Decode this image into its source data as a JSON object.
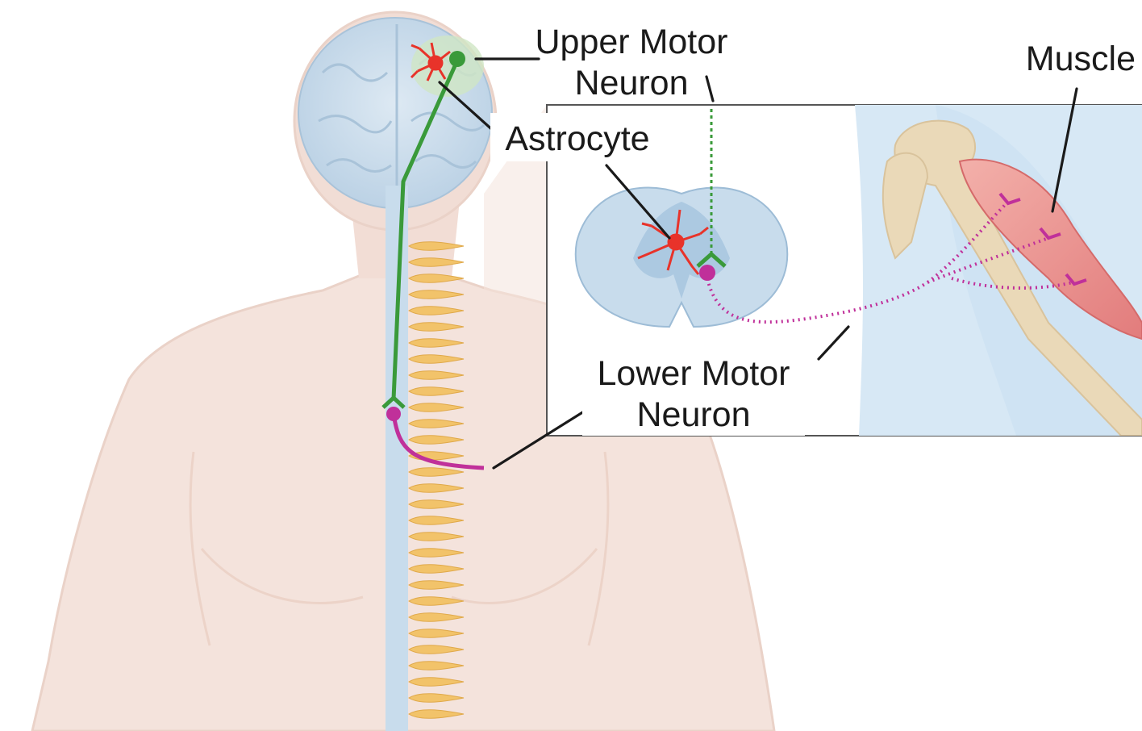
{
  "labels": {
    "upper_motor_neuron_line1": "Upper Motor",
    "upper_motor_neuron_line2": "Neuron",
    "astrocyte": "Astrocyte",
    "lower_motor_neuron_line1": "Lower Motor",
    "lower_motor_neuron_line2": "Neuron",
    "muscle": "Muscle"
  },
  "colors": {
    "upper_motor_neuron": "#3a9a3a",
    "lower_motor_neuron": "#c0309a",
    "astrocyte": "#e8332a",
    "brain": "#c9dceb",
    "skin": "#f4e3dc",
    "spinal_cord": "#c8dcec",
    "vertebrae": "#f2c36a",
    "muscle": "#e88a8a",
    "bone": "#ead9b8"
  }
}
